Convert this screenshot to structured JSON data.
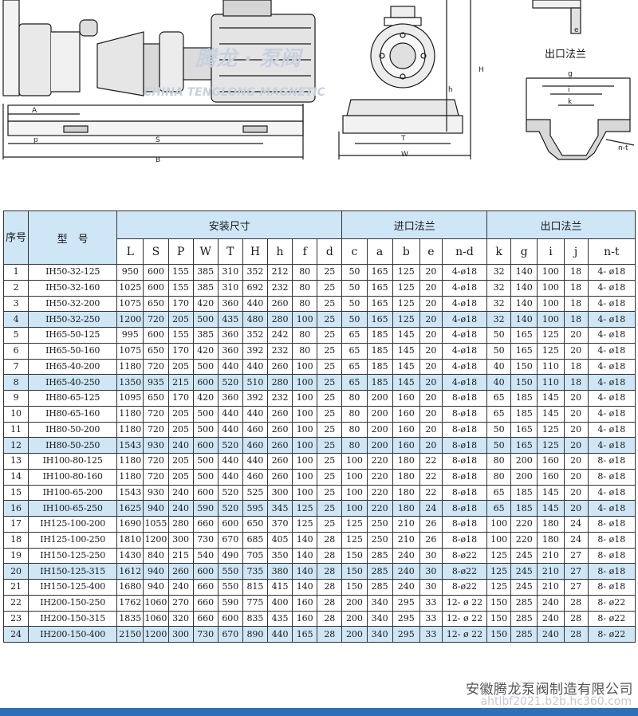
{
  "drawing": {
    "labels": {
      "A": "A",
      "p": "p",
      "S": "S",
      "B": "B",
      "T": "T",
      "W": "W",
      "H": "H",
      "h": "h",
      "e": "e",
      "g": "g",
      "i": "i",
      "k": "k",
      "nt": "n-t"
    },
    "outlet_flange_caption": "出口法兰",
    "watermark_brand": "腾龙 · 泵阀",
    "watermark_sub": "CHINA TENGLONG MAGNETIC",
    "line_color": "#1a1a1a"
  },
  "table": {
    "group_headers": {
      "index": "序号",
      "model": "型　号",
      "install": "安装尺寸",
      "inlet": "进口法兰",
      "outlet": "出口法兰"
    },
    "sub_headers": [
      "L",
      "S",
      "P",
      "W",
      "T",
      "H",
      "h",
      "f",
      "d",
      "c",
      "a",
      "b",
      "e",
      "n-d",
      "k",
      "g",
      "i",
      "j",
      "n-t"
    ],
    "highlight_color": "#cfe6f6",
    "rows": [
      [
        "1",
        "IH50-32-125",
        "950",
        "600",
        "155",
        "385",
        "310",
        "352",
        "212",
        "80",
        "25",
        "50",
        "165",
        "125",
        "20",
        "4-ø18",
        "32",
        "140",
        "100",
        "18",
        "4- ø18"
      ],
      [
        "2",
        "IH50-32-160",
        "1025",
        "600",
        "155",
        "385",
        "310",
        "692",
        "232",
        "80",
        "25",
        "50",
        "165",
        "125",
        "20",
        "4-ø18",
        "32",
        "140",
        "100",
        "18",
        "4- ø18"
      ],
      [
        "3",
        "IH50-32-200",
        "1075",
        "650",
        "170",
        "420",
        "360",
        "440",
        "260",
        "80",
        "25",
        "50",
        "165",
        "125",
        "20",
        "4-ø18",
        "32",
        "140",
        "100",
        "18",
        "4- ø18"
      ],
      [
        "4",
        "IH50-32-250",
        "1200",
        "720",
        "205",
        "500",
        "435",
        "480",
        "280",
        "100",
        "25",
        "50",
        "165",
        "125",
        "20",
        "4-ø18",
        "32",
        "140",
        "100",
        "18",
        "4- ø18"
      ],
      [
        "5",
        "IH65-50-125",
        "995",
        "600",
        "155",
        "385",
        "360",
        "352",
        "242",
        "80",
        "25",
        "65",
        "185",
        "145",
        "20",
        "4-ø18",
        "50",
        "165",
        "125",
        "20",
        "4- ø18"
      ],
      [
        "6",
        "IH65-50-160",
        "1075",
        "650",
        "170",
        "420",
        "360",
        "392",
        "232",
        "80",
        "25",
        "65",
        "185",
        "145",
        "20",
        "4-ø18",
        "50",
        "165",
        "125",
        "20",
        "4- ø18"
      ],
      [
        "7",
        "IH65-40-200",
        "1180",
        "720",
        "205",
        "500",
        "440",
        "440",
        "260",
        "100",
        "25",
        "65",
        "185",
        "145",
        "20",
        "4-ø18",
        "40",
        "150",
        "110",
        "18",
        "4- ø18"
      ],
      [
        "8",
        "IH65-40-250",
        "1350",
        "935",
        "215",
        "600",
        "520",
        "510",
        "280",
        "100",
        "25",
        "65",
        "185",
        "145",
        "20",
        "4-ø18",
        "40",
        "150",
        "110",
        "18",
        "4- ø18"
      ],
      [
        "9",
        "IH80-65-125",
        "1095",
        "650",
        "170",
        "420",
        "360",
        "392",
        "232",
        "100",
        "25",
        "80",
        "200",
        "160",
        "20",
        "8-ø18",
        "65",
        "185",
        "145",
        "20",
        "4- ø18"
      ],
      [
        "10",
        "IH80-65-160",
        "1180",
        "720",
        "205",
        "500",
        "440",
        "440",
        "260",
        "100",
        "25",
        "80",
        "200",
        "160",
        "20",
        "8-ø18",
        "65",
        "185",
        "145",
        "20",
        "4- ø18"
      ],
      [
        "11",
        "IH80-50-200",
        "1180",
        "720",
        "205",
        "500",
        "440",
        "460",
        "260",
        "100",
        "25",
        "80",
        "200",
        "160",
        "20",
        "8-ø18",
        "50",
        "165",
        "125",
        "20",
        "4- ø18"
      ],
      [
        "12",
        "IH80-50-250",
        "1543",
        "930",
        "240",
        "600",
        "520",
        "460",
        "260",
        "100",
        "25",
        "80",
        "200",
        "160",
        "20",
        "8-ø18",
        "50",
        "165",
        "125",
        "20",
        "4- ø18"
      ],
      [
        "13",
        "IH100-80-125",
        "1180",
        "720",
        "205",
        "500",
        "440",
        "440",
        "260",
        "100",
        "25",
        "100",
        "220",
        "180",
        "22",
        "8-ø18",
        "80",
        "200",
        "160",
        "20",
        "8- ø18"
      ],
      [
        "14",
        "IH100-80-160",
        "1180",
        "720",
        "205",
        "500",
        "440",
        "460",
        "260",
        "100",
        "25",
        "100",
        "220",
        "180",
        "22",
        "8-ø18",
        "80",
        "200",
        "160",
        "20",
        "8- ø18"
      ],
      [
        "15",
        "IH100-65-200",
        "1543",
        "930",
        "240",
        "600",
        "520",
        "525",
        "300",
        "100",
        "25",
        "100",
        "220",
        "180",
        "22",
        "8-ø18",
        "65",
        "185",
        "145",
        "20",
        "4- ø18"
      ],
      [
        "16",
        "IH100-65-250",
        "1625",
        "940",
        "240",
        "590",
        "520",
        "595",
        "345",
        "125",
        "25",
        "100",
        "220",
        "180",
        "24",
        "8-ø18",
        "65",
        "185",
        "145",
        "20",
        "4- ø18"
      ],
      [
        "17",
        "IH125-100-200",
        "1690",
        "1055",
        "280",
        "660",
        "600",
        "650",
        "370",
        "125",
        "25",
        "125",
        "250",
        "210",
        "26",
        "8-ø18",
        "100",
        "220",
        "180",
        "24",
        "8- ø18"
      ],
      [
        "18",
        "IH125-100-250",
        "1810",
        "1200",
        "300",
        "730",
        "670",
        "685",
        "405",
        "140",
        "28",
        "125",
        "250",
        "210",
        "26",
        "8-ø18",
        "100",
        "220",
        "180",
        "24",
        "8- ø18"
      ],
      [
        "19",
        "IH150-125-250",
        "1430",
        "840",
        "215",
        "540",
        "490",
        "705",
        "350",
        "140",
        "28",
        "150",
        "285",
        "240",
        "30",
        "8-ø22",
        "125",
        "245",
        "210",
        "27",
        "8- ø18"
      ],
      [
        "20",
        "IH150-125-315",
        "1612",
        "940",
        "260",
        "600",
        "550",
        "735",
        "380",
        "140",
        "28",
        "150",
        "285",
        "240",
        "30",
        "8-ø22",
        "125",
        "245",
        "210",
        "27",
        "8- ø18"
      ],
      [
        "21",
        "IH150-125-400",
        "1680",
        "940",
        "240",
        "660",
        "550",
        "815",
        "415",
        "140",
        "28",
        "150",
        "285",
        "240",
        "30",
        "8-ø22",
        "125",
        "245",
        "210",
        "27",
        "8- ø18"
      ],
      [
        "22",
        "IH200-150-250",
        "1762",
        "1060",
        "270",
        "660",
        "590",
        "775",
        "400",
        "160",
        "28",
        "200",
        "340",
        "295",
        "33",
        "12- ø 22",
        "150",
        "285",
        "240",
        "28",
        "8- ø22"
      ],
      [
        "23",
        "IH200-150-315",
        "1835",
        "1060",
        "320",
        "660",
        "600",
        "835",
        "435",
        "160",
        "28",
        "200",
        "340",
        "295",
        "33",
        "12- ø 22",
        "150",
        "285",
        "240",
        "28",
        "8- ø22"
      ],
      [
        "24",
        "IH200-150-400",
        "2150",
        "1200",
        "300",
        "730",
        "670",
        "890",
        "440",
        "165",
        "28",
        "200",
        "340",
        "295",
        "33",
        "12- ø 22",
        "150",
        "285",
        "240",
        "28",
        "8- ø22"
      ]
    ],
    "highlighted_rows": [
      4,
      8,
      12,
      16,
      20,
      24
    ]
  },
  "footer": {
    "company": "安徽腾龙泵阀制造有限公司",
    "url": "ahtlbf2021.b2b.hc360.com",
    "bar_color": "#2f6fb8"
  }
}
